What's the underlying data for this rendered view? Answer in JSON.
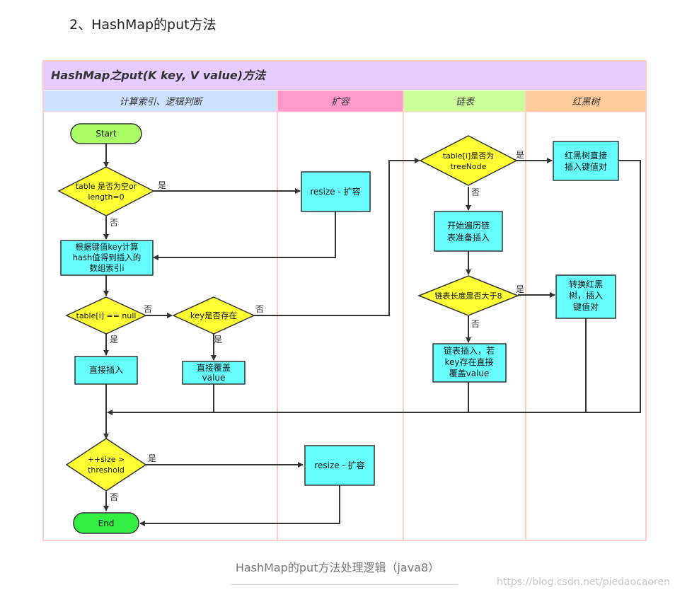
{
  "heading": "2、HashMap的put方法",
  "diagram": {
    "title": "HashMap之put(K key, V value)方法",
    "lanes": [
      "计算索引、逻辑判断",
      "扩容",
      "链表",
      "红黑树"
    ],
    "nodes": {
      "start": "Start",
      "table_empty": [
        "table 是否为空or",
        "length=0"
      ],
      "resize1": "resize - 扩容",
      "calc_index": [
        "根据键值key计算",
        "hash值得到插入的",
        "数组索引i"
      ],
      "table_i_null": "table[i] == null",
      "key_exists": "key是否存在",
      "direct_insert": "直接插入",
      "overwrite": [
        "直接覆盖",
        "value"
      ],
      "is_treenode": [
        "table[i]是否为",
        "treeNode"
      ],
      "tree_insert": [
        "红黑树直接",
        "插入键值对"
      ],
      "traverse_list": [
        "开始遍历链",
        "表准备插入"
      ],
      "list_len": "链表长度是否大于8",
      "convert_tree": [
        "转换红黑",
        "树，插入",
        "键值对"
      ],
      "list_insert": [
        "链表插入，若",
        "key存在直接",
        "覆盖value"
      ],
      "size_check": [
        "++size >",
        "threshold"
      ],
      "resize2": "resize - 扩容",
      "end": "End"
    },
    "edge_labels": {
      "yes": "是",
      "no": "否"
    }
  },
  "caption": "HashMap的put方法处理逻辑（java8）",
  "watermark": "https://blog.csdn.net/piedaocaoren",
  "colors": {
    "title_bg": "#e6ccff",
    "lane_calc": "#cce0ff",
    "lane_resize": "#ff99cc",
    "lane_list": "#ccff99",
    "lane_tree": "#ffcc99",
    "process": "#66ffff",
    "decision": "#ffff33",
    "start": "#aaff66",
    "end": "#33ee44",
    "border": "#ffcccc"
  }
}
